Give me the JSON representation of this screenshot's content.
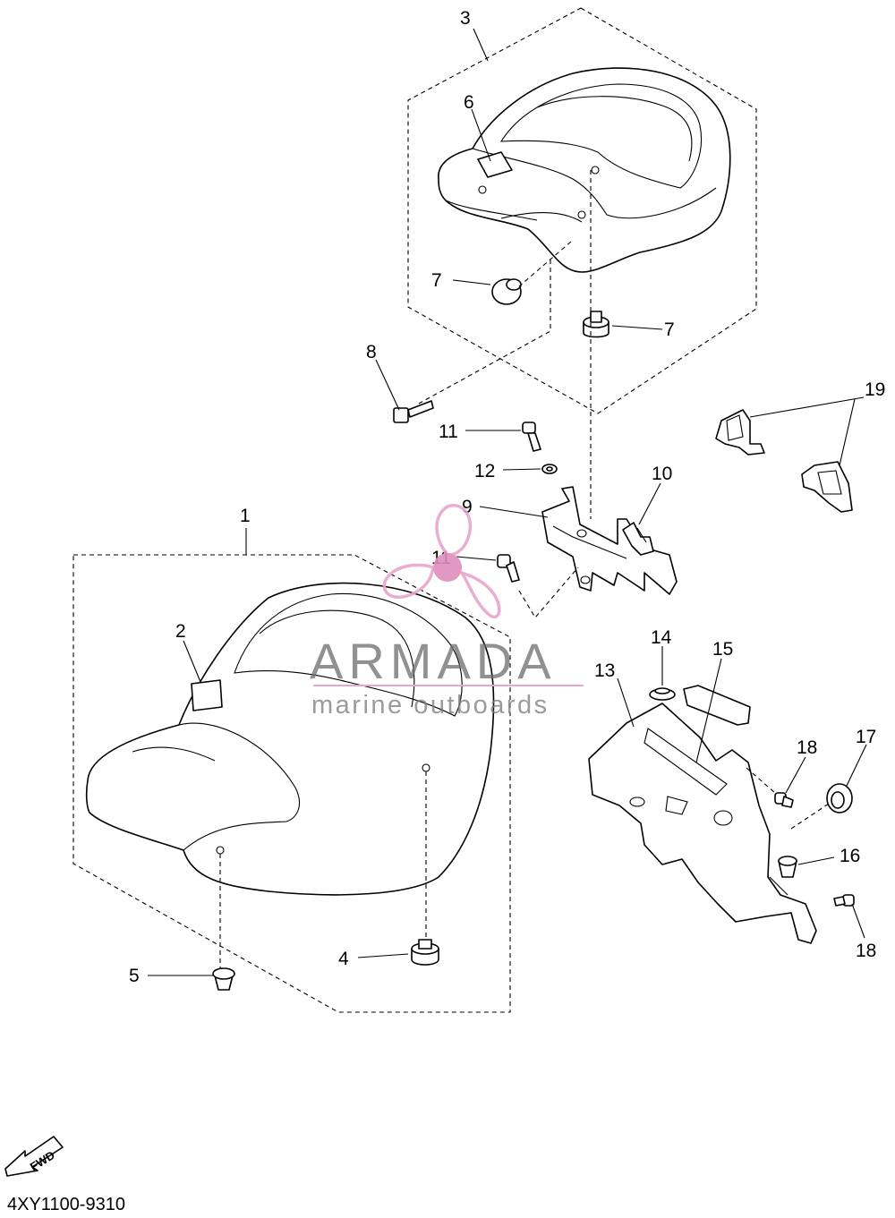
{
  "diagram": {
    "callouts": [
      {
        "id": "c1",
        "text": "1"
      },
      {
        "id": "c2",
        "text": "2"
      },
      {
        "id": "c3",
        "text": "3"
      },
      {
        "id": "c4",
        "text": "4"
      },
      {
        "id": "c5",
        "text": "5"
      },
      {
        "id": "c6",
        "text": "6"
      },
      {
        "id": "c7a",
        "text": "7"
      },
      {
        "id": "c7b",
        "text": "7"
      },
      {
        "id": "c8",
        "text": "8"
      },
      {
        "id": "c9",
        "text": "9"
      },
      {
        "id": "c10",
        "text": "10"
      },
      {
        "id": "c11a",
        "text": "11"
      },
      {
        "id": "c11b",
        "text": "11"
      },
      {
        "id": "c12",
        "text": "12"
      },
      {
        "id": "c13",
        "text": "13"
      },
      {
        "id": "c14",
        "text": "14"
      },
      {
        "id": "c15",
        "text": "15"
      },
      {
        "id": "c16",
        "text": "16"
      },
      {
        "id": "c17",
        "text": "17"
      },
      {
        "id": "c18a",
        "text": "18"
      },
      {
        "id": "c18b",
        "text": "18"
      },
      {
        "id": "c19",
        "text": "19"
      }
    ],
    "fwd_label": "FWD",
    "drawing_code": "4XY1100-9310"
  },
  "watermark": {
    "brand": "ARMADA",
    "tagline": "marine outboards",
    "colors": {
      "propeller": "#e8a6cc",
      "hub": "#de8fbd",
      "text": "#6d6d6d",
      "rule": "#e8a6cc"
    }
  }
}
